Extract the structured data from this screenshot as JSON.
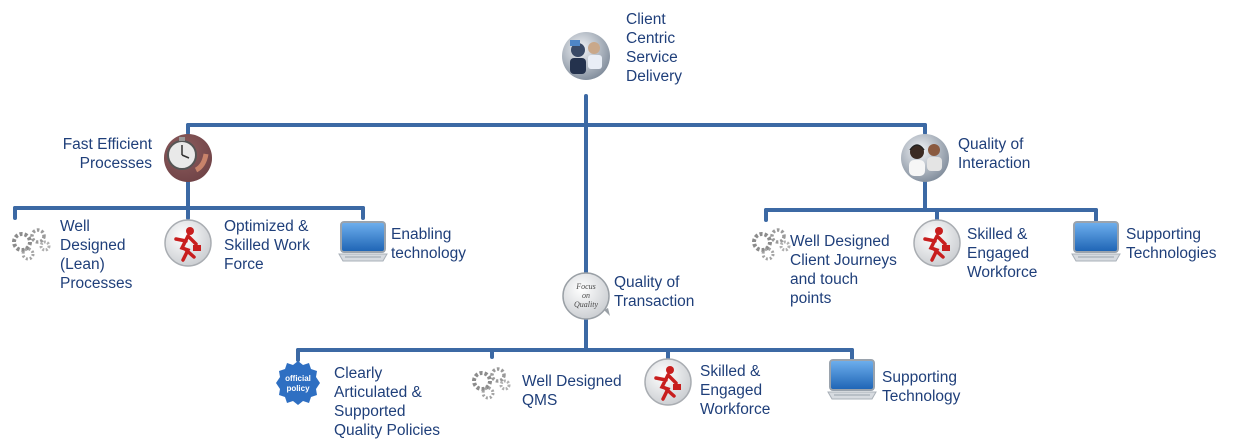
{
  "colors": {
    "connector": "#3c69a4",
    "text": "#1f3f7a",
    "screen": "#2a77c8",
    "figure": "#cc1f1f",
    "badge": "#2e6fc2"
  },
  "root": {
    "label": "Client\nCentric\nService\nDelivery",
    "icon": "people-photo-icon"
  },
  "branches": {
    "fast": {
      "label": "Fast Efficient\nProcesses",
      "icon": "stopwatch-photo-icon",
      "children": [
        {
          "label": "Well\nDesigned\n(Lean)\nProcesses",
          "icon": "gears-icon"
        },
        {
          "label": "Optimized &\nSkilled Work\nForce",
          "icon": "running-person-icon"
        },
        {
          "label": "Enabling\ntechnology",
          "icon": "monitor-icon"
        }
      ]
    },
    "transaction": {
      "label": "Quality of\nTransaction",
      "icon": "focus-on-quality-icon",
      "icon_text": "Focus\non\nQuality",
      "children": [
        {
          "label": "Clearly\nArticulated &\nSupported\nQuality Policies",
          "icon": "official-policy-badge-icon",
          "icon_text": "official\npolicy"
        },
        {
          "label": "Well Designed\nQMS",
          "icon": "gears-icon"
        },
        {
          "label": "Skilled &\nEngaged\nWorkforce",
          "icon": "running-person-icon"
        },
        {
          "label": "Supporting\nTechnology",
          "icon": "monitor-icon"
        }
      ]
    },
    "interaction": {
      "label": "Quality of\nInteraction",
      "icon": "call-center-photo-icon",
      "children": [
        {
          "label": "Well Designed\nClient Journeys\nand touch\npoints",
          "icon": "gears-icon"
        },
        {
          "label": "Skilled &\nEngaged\nWorkforce",
          "icon": "running-person-icon"
        },
        {
          "label": "Supporting\nTechnologies",
          "icon": "monitor-icon"
        }
      ]
    }
  }
}
